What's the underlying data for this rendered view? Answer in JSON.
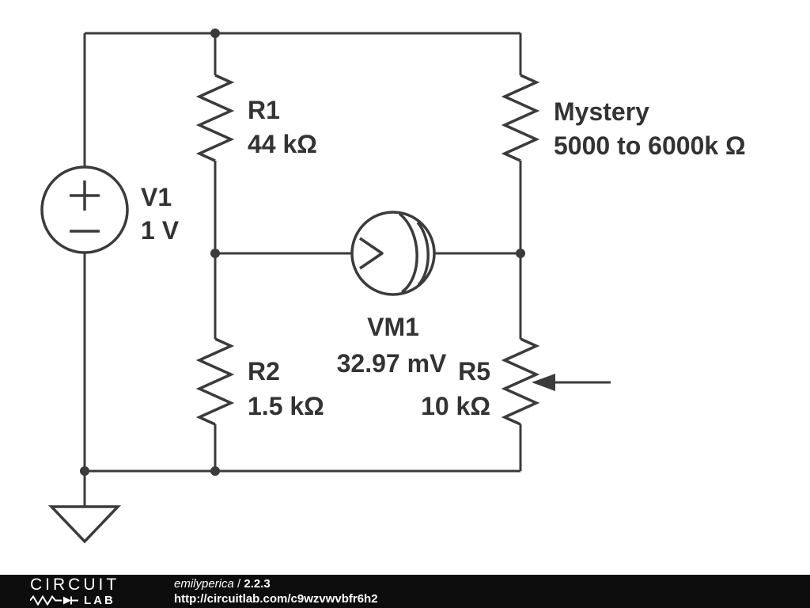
{
  "colors": {
    "wire": "#3b3b3b",
    "label": "#333333",
    "footer_background": "#0d0d0d",
    "footer_text": "#ffffff"
  },
  "components": {
    "v1": {
      "name": "V1",
      "value": "1 V"
    },
    "r1": {
      "name": "R1",
      "value": "44 kΩ"
    },
    "mystery": {
      "name": "Mystery",
      "value": "5000 to 6000k Ω"
    },
    "r2": {
      "name": "R2",
      "value": "1.5 kΩ"
    },
    "r5": {
      "name": "R5",
      "value": "10 kΩ"
    },
    "vm1": {
      "name": "VM1",
      "value": "32.97 mV"
    }
  },
  "footer": {
    "logo_line1": "CIRCUIT",
    "logo_line2": "LAB",
    "credit_author": "emilyperica",
    "credit_separator": " / ",
    "credit_version": "2.2.3",
    "url": "http://circuitlab.com/c9wzvwvbfr6h2"
  }
}
